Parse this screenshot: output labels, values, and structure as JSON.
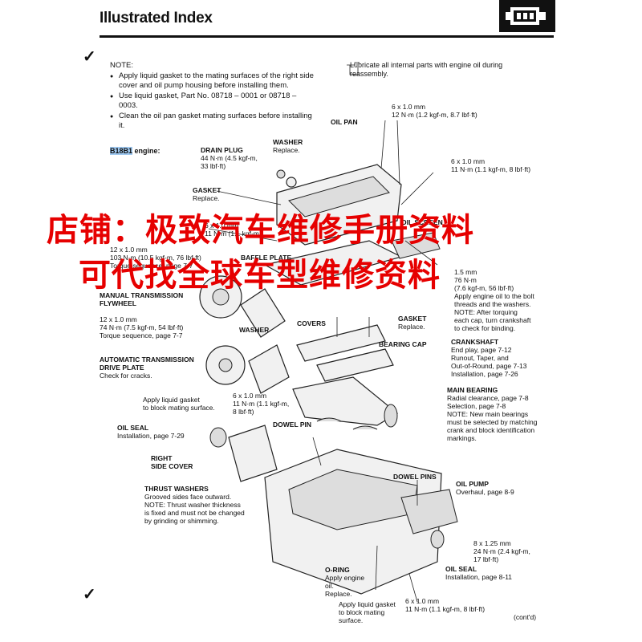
{
  "header": {
    "title": "Illustrated Index"
  },
  "note": {
    "heading": "NOTE:",
    "items": [
      "Apply liquid gasket to the mating surfaces of the right side cover and oil pump housing before installing them.",
      "Use liquid gasket, Part No. 08718 – 0001 or 08718 – 0003.",
      "Clean the oil pan gasket mating surfaces before installing it."
    ]
  },
  "engine_label": {
    "highlight": "B18B1",
    "rest": " engine:"
  },
  "lube_note": [
    "Lubricate all internal parts with engine oil during",
    "reassembly."
  ],
  "labels": {
    "bolt_top": [
      "6 x 1.0 mm",
      "12 N·m (1.2 kgf-m, 8.7 lbf·ft)"
    ],
    "oil_pan": "OIL PAN",
    "washer1": [
      "WASHER",
      "Replace."
    ],
    "drain_plug": [
      "DRAIN PLUG",
      "44 N·m (4.5 kgf-m,",
      "33 lbf·ft)"
    ],
    "bolt_right": [
      "6 x 1.0 mm",
      "11 N·m (1.1 kgf-m, 8 lbf·ft)"
    ],
    "gasket1": [
      "GASKET",
      "Replace."
    ],
    "bolt_mid": [
      "6 x 1.0 mm",
      "11 N·m (1.1 kgf-m,"
    ],
    "oil_screen": "OIL SCREEN",
    "baffle_plate": "BAFFLE PLATE",
    "bolt_103": [
      "12 x 1.0 mm",
      "103 N·m (10.5 kgf-m, 76 lbf·ft)",
      "Torque sequence, page 7-7"
    ],
    "mt_flywheel": [
      "MANUAL TRANSMISSION",
      "FLYWHEEL"
    ],
    "bolt_74": [
      "12 x 1.0 mm",
      "74 N·m (7.5 kgf-m, 54 lbf·ft)",
      "Torque sequence, page 7-7"
    ],
    "washer2": "WASHER",
    "covers": "COVERS",
    "main_bolt": [
      "1.5 mm",
      "76 N·m",
      "(7.6 kgf-m, 56 lbf·ft)",
      "Apply engine oil to the bolt",
      "threads and the washers.",
      "NOTE:  After torquing",
      "each cap, turn crankshaft",
      "to check for binding."
    ],
    "gasket2": [
      "GASKET",
      "Replace."
    ],
    "bearing_cap": "BEARING CAP",
    "at_plate": [
      "AUTOMATIC TRANSMISSION",
      "DRIVE PLATE",
      "Check for cracks."
    ],
    "crankshaft": [
      "CRANKSHAFT",
      "End play, page 7-12",
      "Runout, Taper, and",
      "Out-of-Round, page 7-13",
      "Installation, page 7-26"
    ],
    "liquid_gasket1": [
      "Apply liquid gasket",
      "to block mating surface."
    ],
    "bolt_side": [
      "6 x 1.0 mm",
      "11 N·m (1.1 kgf-m,",
      "8 lbf·ft)"
    ],
    "main_bearing": [
      "MAIN BEARING",
      "Radial clearance, page 7-8",
      "Selection, page 7-8",
      "NOTE:  New main bearings",
      "must be selected by matching",
      "crank and block identification",
      "markings."
    ],
    "oil_seal1": [
      "OIL SEAL",
      "Installation, page 7-29"
    ],
    "dowel_pin": "DOWEL PIN",
    "right_side_cover": [
      "RIGHT",
      "SIDE COVER"
    ],
    "dowel_pins": "DOWEL PINS",
    "oil_pump": [
      "OIL PUMP",
      "Overhaul, page 8-9"
    ],
    "thrust_washers": [
      "THRUST WASHERS",
      "Grooved sides face outward.",
      "NOTE:  Thrust washer thickness",
      "is fixed and must not be changed",
      "by grinding or shimming."
    ],
    "bolt_8": [
      "8 x 1.25 mm",
      "24 N·m (2.4 kgf-m,",
      "17 lbf·ft)"
    ],
    "oil_seal2": [
      "OIL SEAL",
      "Installation, page 8-11"
    ],
    "o_ring": [
      "O-RING",
      "Apply engine",
      "oil.",
      "Replace."
    ],
    "liquid_gasket2": [
      "Apply liquid gasket",
      "to block mating",
      "surface."
    ],
    "bolt_bottom": [
      "6 x 1.0 mm",
      "11 N·m (1.1 kgf-m, 8 lbf·ft)"
    ],
    "contd": "(cont'd)"
  },
  "watermark": {
    "line1": "店铺：极致汽车维修手册资料",
    "line2": "可代找全球车型维修资料"
  }
}
